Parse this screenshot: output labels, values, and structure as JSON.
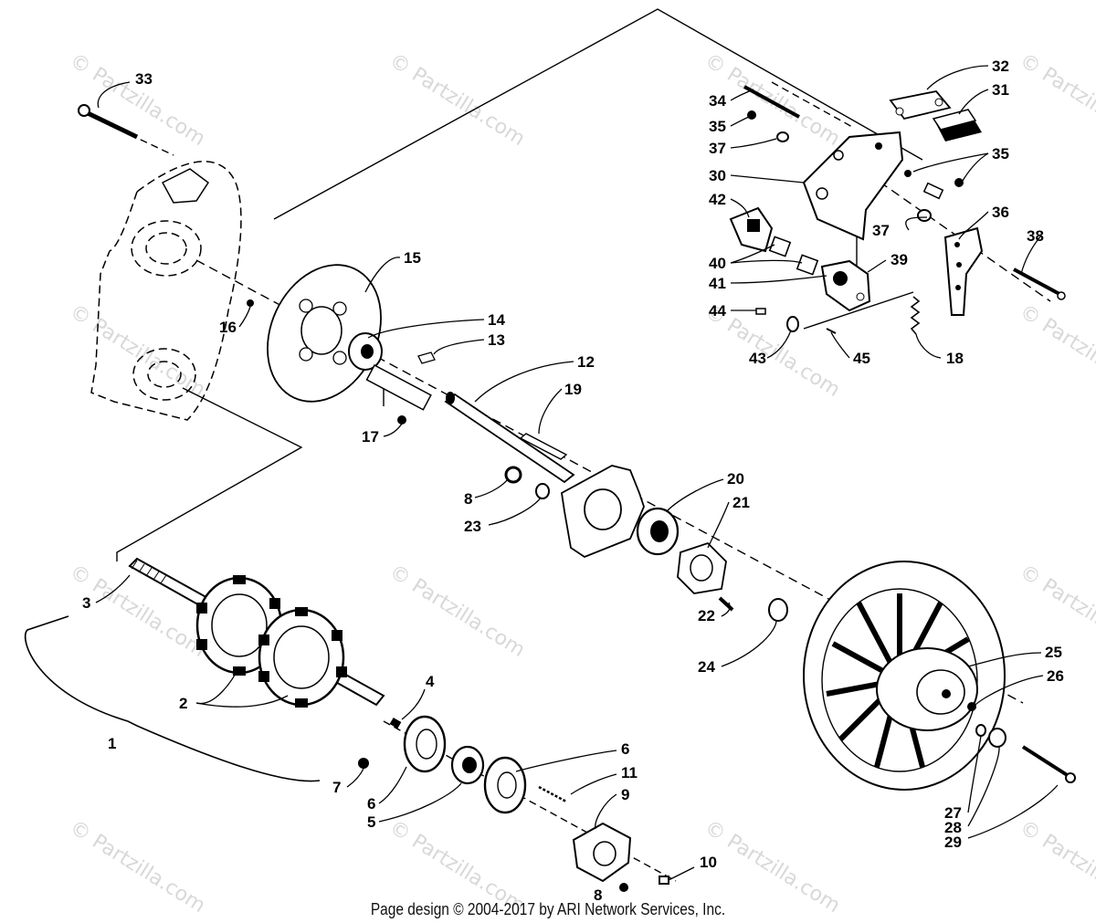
{
  "watermark": "© Partzilla.com",
  "footer": "Page design © 2004-2017 by ARI Network Services, Inc.",
  "callouts": {
    "c1": "1",
    "c2": "2",
    "c3": "3",
    "c4": "4",
    "c5": "5",
    "c6a": "6",
    "c6b": "6",
    "c7": "7",
    "c8a": "8",
    "c8b": "8",
    "c9": "9",
    "c10": "10",
    "c11": "11",
    "c12": "12",
    "c13": "13",
    "c14": "14",
    "c15": "15",
    "c16": "16",
    "c17": "17",
    "c18": "18",
    "c19": "19",
    "c20": "20",
    "c21": "21",
    "c22": "22",
    "c23": "23",
    "c24": "24",
    "c25": "25",
    "c26": "26",
    "c27": "27",
    "c28": "28",
    "c29": "29",
    "c30": "30",
    "c31": "31",
    "c32": "32",
    "c33": "33",
    "c34": "34",
    "c35a": "35",
    "c35b": "35",
    "c36": "36",
    "c37a": "37",
    "c37b": "37",
    "c38": "38",
    "c39": "39",
    "c40": "40",
    "c41": "41",
    "c42": "42",
    "c43": "43",
    "c44": "44",
    "c45": "45"
  }
}
